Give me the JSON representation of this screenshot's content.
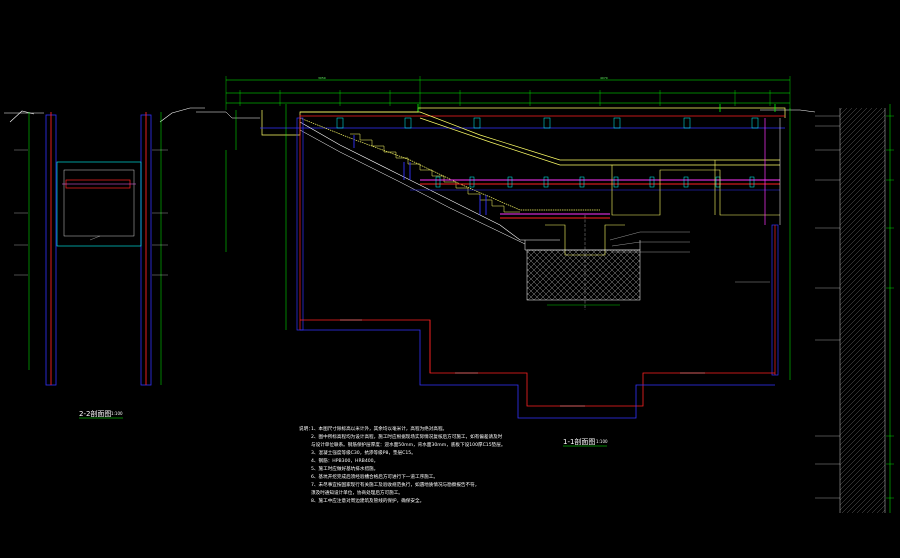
{
  "views": {
    "section_left": {
      "title": "2-2剖面图",
      "scale": "1:100"
    },
    "section_main": {
      "title": "1-1剖面图",
      "scale": "1:100"
    }
  },
  "dimensions": {
    "top_total_left": "3050",
    "top_total_right": "4070"
  },
  "notes": {
    "head": "说明：",
    "lines": [
      "1、本图尺寸除标高以米计外，其余均以毫米计，高程为绝对高程。",
      "2、图中所标高程均为设计高程，施工时应根据现场实际情况复核后方可施工，如有偏差请及时",
      "与设计单位联系。钢筋保护层厚度：迎水面50mm，背水面30mm，底板下设100厚C15垫层。",
      "3、混凝土强度等级C30，抗渗等级P8，垫层C15。",
      "4、钢筋：HPB300，HRB400。",
      "5、施工时应做好基坑排水措施。",
      "6、基坑开挖完成后须经验槽合格后方可进行下一道工序施工。",
      "7、未尽事宜按国家现行有关施工及验收规范执行，如遇地质情况与勘察报告不符，",
      "   须及时通知设计单位，协商处理后方可施工。",
      "8、施工中应注意对周边建筑及管线的保护，确保安全。"
    ]
  }
}
